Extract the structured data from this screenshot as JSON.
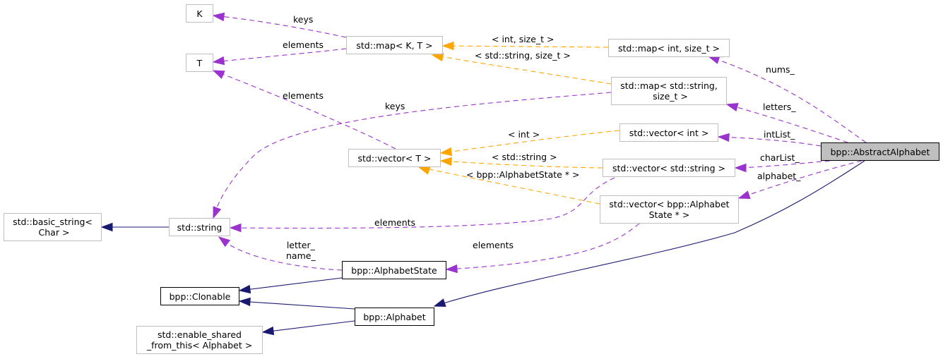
{
  "diagram": {
    "title": "bpp::AbstractAlphabet collaboration graph",
    "colors": {
      "member_edge": "#9a32cd",
      "template_edge": "#ffa500",
      "inheritance_edge": "#191970",
      "focus_fill": "#bfbfbf",
      "node_border_external": "#bfbfbf",
      "node_border_documented": "#000000"
    },
    "nodes": [
      {
        "id": "K",
        "label": "K",
        "style": "external"
      },
      {
        "id": "T",
        "label": "T",
        "style": "external"
      },
      {
        "id": "map_KT",
        "label": "std::map< K, T >",
        "style": "external"
      },
      {
        "id": "map_int",
        "label": "std::map< int, size_t >",
        "style": "external"
      },
      {
        "id": "map_str",
        "label": "std::map< std::string,\n size_t >",
        "style": "external"
      },
      {
        "id": "vec_int",
        "label": "std::vector< int >",
        "style": "external"
      },
      {
        "id": "vec_T",
        "label": "std::vector< T >",
        "style": "external"
      },
      {
        "id": "vec_str",
        "label": "std::vector< std::string >",
        "style": "external"
      },
      {
        "id": "vec_state",
        "label": "std::vector< bpp::Alphabet\nState * >",
        "style": "external"
      },
      {
        "id": "basic_string",
        "label": "std::basic_string<\n Char >",
        "style": "external"
      },
      {
        "id": "string",
        "label": "std::string",
        "style": "external"
      },
      {
        "id": "alphabet_state",
        "label": "bpp::AlphabetState",
        "style": "documented"
      },
      {
        "id": "clonable",
        "label": "bpp::Clonable",
        "style": "documented"
      },
      {
        "id": "alphabet",
        "label": "bpp::Alphabet",
        "style": "documented"
      },
      {
        "id": "enable_shared",
        "label": "std::enable_shared\n_from_this< Alphabet >",
        "style": "external"
      },
      {
        "id": "abstract_alphabet",
        "label": "bpp::AbstractAlphabet",
        "style": "focus"
      }
    ],
    "edges": [
      {
        "id": "e_keys_K",
        "from": "map_KT",
        "to": "K",
        "kind": "member",
        "label": "keys"
      },
      {
        "id": "e_elem_T_map",
        "from": "map_KT",
        "to": "T",
        "kind": "member",
        "label": "elements"
      },
      {
        "id": "e_elem_T_vec",
        "from": "vec_T",
        "to": "T",
        "kind": "member",
        "label": "elements"
      },
      {
        "id": "e_keys_string",
        "from": "map_str",
        "to": "string",
        "kind": "member",
        "label": "keys"
      },
      {
        "id": "e_tpl_map_int",
        "from": "map_int",
        "to": "map_KT",
        "kind": "template",
        "label": "< int, size_t >"
      },
      {
        "id": "e_tpl_map_str",
        "from": "map_str",
        "to": "map_KT",
        "kind": "template",
        "label": "< std::string, size_t >"
      },
      {
        "id": "e_tpl_vec_int",
        "from": "vec_int",
        "to": "vec_T",
        "kind": "template",
        "label": "< int >"
      },
      {
        "id": "e_tpl_vec_str",
        "from": "vec_str",
        "to": "vec_T",
        "kind": "template",
        "label": "< std::string >"
      },
      {
        "id": "e_tpl_vec_state",
        "from": "vec_state",
        "to": "vec_T",
        "kind": "template",
        "label": "< bpp::AlphabetState * >"
      },
      {
        "id": "e_elem_string",
        "from": "vec_str",
        "to": "string",
        "kind": "member",
        "label": "elements"
      },
      {
        "id": "e_letter_name",
        "from": "alphabet_state",
        "to": "string",
        "kind": "member",
        "label": "letter_\nname_"
      },
      {
        "id": "e_elem_state",
        "from": "vec_state",
        "to": "alphabet_state",
        "kind": "member",
        "label": "elements"
      },
      {
        "id": "e_inh_basic",
        "from": "string",
        "to": "basic_string",
        "kind": "inheritance",
        "label": ""
      },
      {
        "id": "e_inh_state_clon",
        "from": "alphabet_state",
        "to": "clonable",
        "kind": "inheritance",
        "label": ""
      },
      {
        "id": "e_inh_alpha_clon",
        "from": "alphabet",
        "to": "clonable",
        "kind": "inheritance",
        "label": ""
      },
      {
        "id": "e_inh_alpha_shared",
        "from": "alphabet",
        "to": "enable_shared",
        "kind": "inheritance",
        "label": ""
      },
      {
        "id": "e_inh_abs_alpha",
        "from": "abstract_alphabet",
        "to": "alphabet",
        "kind": "inheritance",
        "label": ""
      },
      {
        "id": "e_nums",
        "from": "abstract_alphabet",
        "to": "map_int",
        "kind": "member",
        "label": "nums_"
      },
      {
        "id": "e_letters",
        "from": "abstract_alphabet",
        "to": "map_str",
        "kind": "member",
        "label": "letters_"
      },
      {
        "id": "e_intList",
        "from": "abstract_alphabet",
        "to": "vec_int",
        "kind": "member",
        "label": "intList_"
      },
      {
        "id": "e_charList",
        "from": "abstract_alphabet",
        "to": "vec_str",
        "kind": "member",
        "label": "charList_"
      },
      {
        "id": "e_alphabet",
        "from": "abstract_alphabet",
        "to": "vec_state",
        "kind": "member",
        "label": "alphabet_"
      }
    ]
  }
}
